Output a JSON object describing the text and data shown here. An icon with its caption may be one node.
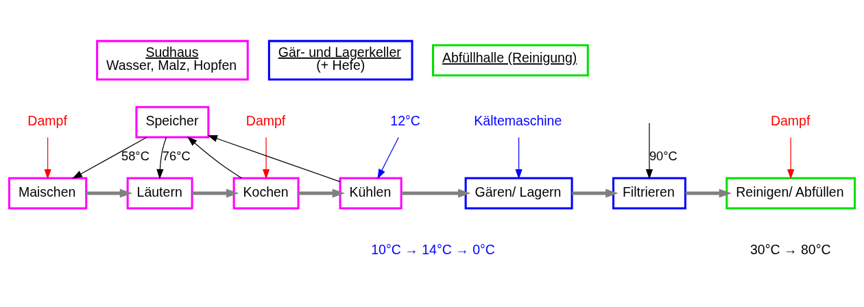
{
  "diagram": {
    "nodes": [
      {
        "text": [
          "Sudhaus",
          "Wasser, Malz, Hopfen"
        ]
      },
      {
        "text": [
          "Gär- und Lagerkeller",
          "(+ Hefe)"
        ]
      },
      {
        "text": [
          "Abfüllhalle (Reinigung)"
        ]
      },
      {
        "text": [
          "Speicher"
        ]
      },
      {
        "text": [
          "Dampf"
        ]
      },
      {
        "text": [
          "Maischen"
        ]
      },
      {
        "text": [
          "Läutern"
        ]
      },
      {
        "text": [
          "Kochen"
        ]
      },
      {
        "text": [
          "Dampf"
        ]
      },
      {
        "text": [
          "Kühlen"
        ]
      },
      {
        "text": [
          "Gären/ Lagern"
        ]
      },
      {
        "text": [
          "Filtrieren"
        ]
      },
      {
        "text": [
          "Reinigen/ Abfüllen"
        ]
      },
      {
        "text": [
          "Dampf"
        ]
      },
      {
        "text": [
          "12°C"
        ]
      },
      {
        "text": [
          "Kältemaschine"
        ]
      }
    ],
    "edges": [
      {
        "from": 4,
        "to": 5,
        "arrow": "to",
        "color": "#ff0000"
      },
      {
        "from": 3,
        "to": 5,
        "arrow": "to",
        "label": "58°C",
        "color": "#000000"
      },
      {
        "from": 3,
        "to": 6,
        "arrow": "to",
        "label": "76°C",
        "color": "#000000"
      },
      {
        "from": 7,
        "to": 3,
        "arrow": "to",
        "color": "#000000"
      },
      {
        "from": 8,
        "to": 7,
        "arrow": "to",
        "color": "#ff0000"
      },
      {
        "from": 9,
        "to": 3,
        "arrow": "to",
        "color": "#000000"
      },
      {
        "from": null,
        "to": 11,
        "arrow": "to",
        "label": "90°C",
        "color": "#000000"
      },
      {
        "from": 13,
        "to": 12,
        "arrow": "to",
        "color": "#ff0000"
      },
      {
        "from": 14,
        "to": 9,
        "arrow": "to",
        "color": "#0000ff"
      },
      {
        "from": 15,
        "to": 10,
        "arrow": "to",
        "color": "#0000ff"
      },
      {
        "from": 5,
        "to": 6,
        "arrow": "to",
        "style": "thick"
      },
      {
        "from": 6,
        "to": 7,
        "arrow": "to",
        "style": "thick"
      },
      {
        "from": 7,
        "to": 9,
        "arrow": "to",
        "style": "thick"
      },
      {
        "from": 9,
        "to": 10,
        "arrow": "to",
        "style": "thick"
      },
      {
        "from": 10,
        "to": 11,
        "arrow": "to",
        "style": "thick"
      },
      {
        "from": 11,
        "to": 12,
        "arrow": "to",
        "style": "thick"
      }
    ],
    "labels": [
      "10°C → 14°C → 0°C",
      "30°C → 80°C"
    ]
  }
}
